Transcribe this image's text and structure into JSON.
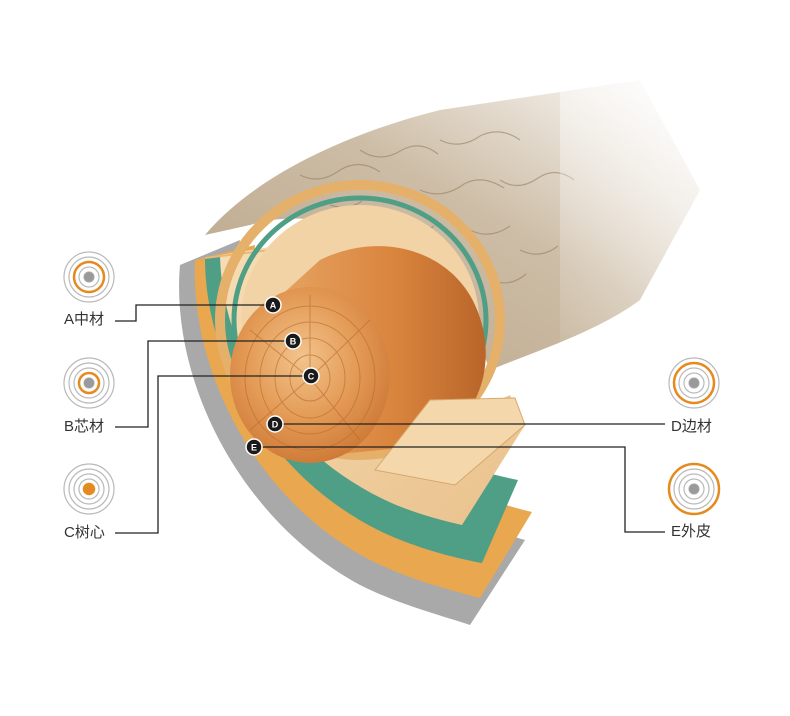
{
  "labels": [
    {
      "id": "A",
      "text": "A中材",
      "highlight_ring": 3
    },
    {
      "id": "B",
      "text": "B芯材",
      "highlight_ring": 2
    },
    {
      "id": "C",
      "text": "C树心",
      "highlight_ring": 1
    },
    {
      "id": "D",
      "text": "D边材",
      "highlight_ring": 4
    },
    {
      "id": "E",
      "text": "E外皮",
      "highlight_ring": 5
    }
  ],
  "markers": [
    "A",
    "B",
    "C",
    "D",
    "E"
  ],
  "colors": {
    "accent": "#e58a1f",
    "ring": "#b9b9b9",
    "dot_gray": "#9a9a9a",
    "leader": "#222222",
    "marker_fill": "#1a1a1a",
    "wood_light": "#f3cfa0",
    "wood_mid": "#e39a55",
    "wood_dark": "#c8702e",
    "green_layer": "#4f9e86",
    "orange_layer": "#e9a74f",
    "bark": "#b29f85",
    "bark_gray": "#a8a8a8"
  }
}
